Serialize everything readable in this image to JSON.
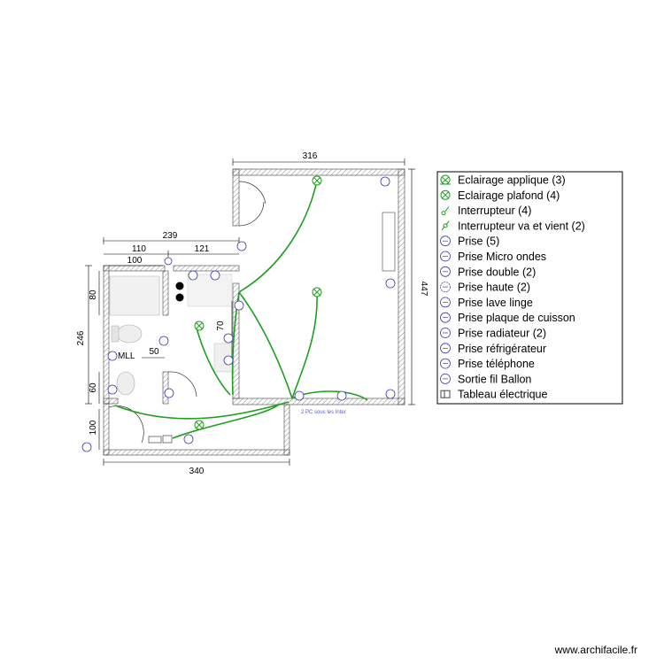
{
  "dimensions": {
    "top_right": "316",
    "top_left_total": "239",
    "top_left_a": "110",
    "top_left_b": "121",
    "inner_left": "100",
    "left_upper": "80",
    "left_total": "246",
    "left_lower": "60",
    "inner_50": "50",
    "inner_70": "70",
    "right_height": "447",
    "bottom_left": "100",
    "bottom_total": "340"
  },
  "labels": {
    "mll": "MLL",
    "note": "2 PC sous les Inter"
  },
  "legend": [
    {
      "icon": "applique-icon",
      "label": "Eclairage applique (3)"
    },
    {
      "icon": "plafond-icon",
      "label": "Eclairage plafond (4)"
    },
    {
      "icon": "switch-icon",
      "label": "Interrupteur (4)"
    },
    {
      "icon": "two-way-switch-icon",
      "label": "Interrupteur va et vient (2)"
    },
    {
      "icon": "socket-icon",
      "label": "Prise (5)"
    },
    {
      "icon": "microwave-socket-icon",
      "label": "Prise Micro ondes"
    },
    {
      "icon": "double-socket-icon",
      "label": "Prise double (2)"
    },
    {
      "icon": "high-socket-icon",
      "label": "Prise haute (2)"
    },
    {
      "icon": "washer-socket-icon",
      "label": "Prise lave linge"
    },
    {
      "icon": "hob-socket-icon",
      "label": "Prise plaque de cuisson"
    },
    {
      "icon": "radiator-socket-icon",
      "label": "Prise radiateur (2)"
    },
    {
      "icon": "fridge-socket-icon",
      "label": "Prise réfrigérateur"
    },
    {
      "icon": "phone-socket-icon",
      "label": "Prise téléphone"
    },
    {
      "icon": "boiler-outlet-icon",
      "label": "Sortie fil Ballon"
    },
    {
      "icon": "panel-icon",
      "label": "Tableau électrique"
    }
  ],
  "colors": {
    "wire": "#1ea01e",
    "symbol": "#3a3aa8",
    "wall": "#444444"
  },
  "credit": "www.archifacile.fr"
}
